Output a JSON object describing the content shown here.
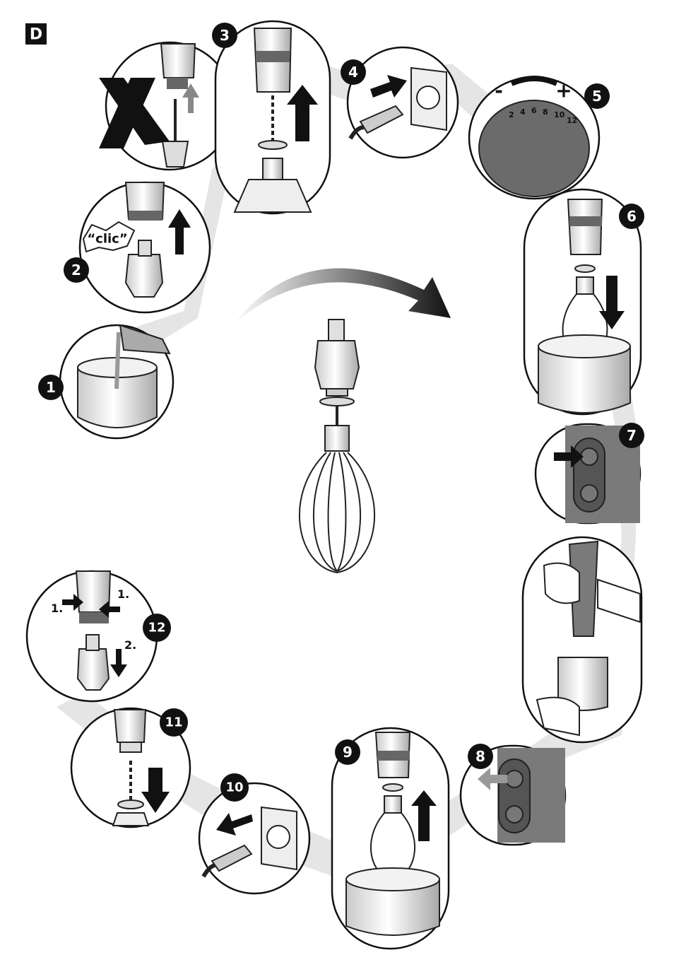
{
  "section_label": "D",
  "clic_text": "“clic”",
  "dial": {
    "minus": "-",
    "plus": "+",
    "marks": [
      "2",
      "4",
      "6",
      "8",
      "10",
      "12"
    ]
  },
  "steps": [
    "1",
    "2",
    "3",
    "4",
    "5",
    "6",
    "7",
    "8",
    "9",
    "10",
    "11",
    "12"
  ],
  "step12_labels": {
    "a": "1.",
    "b": "1.",
    "c": "2."
  },
  "colors": {
    "ink": "#111111",
    "gray": "#9a9a9a",
    "dark_gray": "#555555",
    "light": "#e6e6e6"
  }
}
